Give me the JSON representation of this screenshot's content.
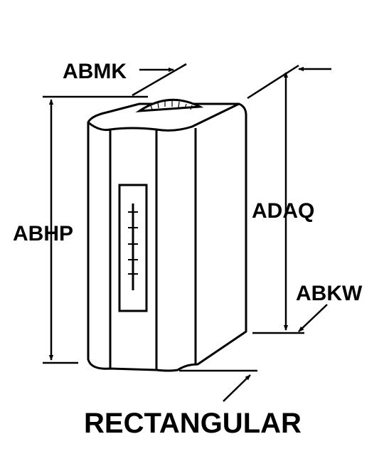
{
  "labels": {
    "abmk": "ABMK",
    "abhp": "ABHP",
    "adaq": "ADAQ",
    "abkw": "ABKW",
    "title": "RECTANGULAR"
  },
  "colors": {
    "ink": "#000000",
    "paper": "#ffffff"
  }
}
